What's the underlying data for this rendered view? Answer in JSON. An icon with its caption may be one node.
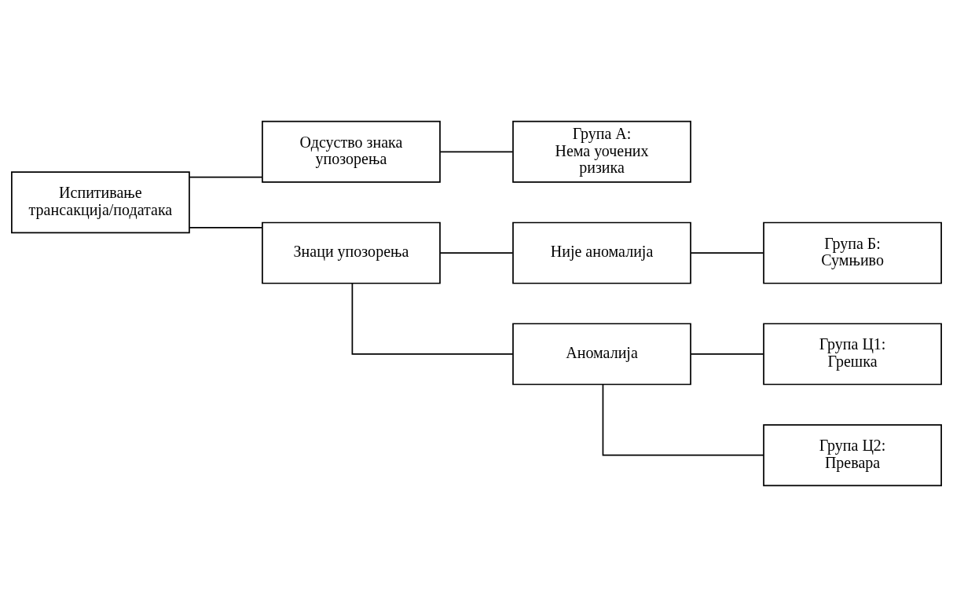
{
  "diagram": {
    "nodes": [
      {
        "text": [
          "Испитивање трансакција/података"
        ]
      },
      {
        "text": [
          "Одсуство знака упозорења"
        ]
      },
      {
        "text": [
          "Група А:",
          "Нема уочених ризика"
        ]
      },
      {
        "text": [
          "Знаци упозорења"
        ]
      },
      {
        "text": [
          "Није аномалија"
        ]
      },
      {
        "text": [
          "Група Б:",
          "Сумњиво"
        ]
      },
      {
        "text": [
          "Аномалија"
        ]
      },
      {
        "text": [
          "Група Ц1:",
          "Грешка"
        ]
      },
      {
        "text": [
          "Група Ц2:",
          "Превара"
        ]
      }
    ],
    "edges": [
      {
        "from": 0,
        "to": 1,
        "arrow": "none"
      },
      {
        "from": 0,
        "to": 3,
        "arrow": "none"
      },
      {
        "from": 1,
        "to": 2,
        "arrow": "none"
      },
      {
        "from": 3,
        "to": 4,
        "arrow": "none"
      },
      {
        "from": 3,
        "to": 6,
        "arrow": "none"
      },
      {
        "from": 4,
        "to": 5,
        "arrow": "none"
      },
      {
        "from": 6,
        "to": 7,
        "arrow": "none"
      },
      {
        "from": 6,
        "to": 8,
        "arrow": "none"
      }
    ]
  }
}
